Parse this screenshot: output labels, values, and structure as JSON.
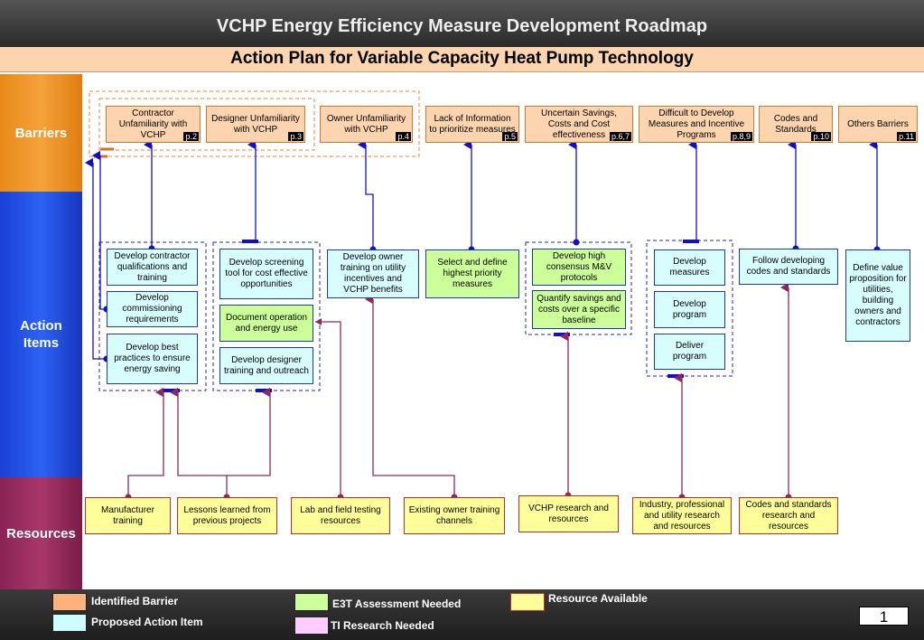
{
  "header": {
    "title": "VCHP Energy Efficiency Measure Development Roadmap",
    "subtitle": "Action Plan for Variable Capacity Heat Pump Technology"
  },
  "bands": {
    "barriers": "Barriers",
    "actions_line1": "Action",
    "actions_line2": "Items",
    "resources": "Resources"
  },
  "barriers": [
    {
      "text": "Contractor Unfamiliarity with VCHP",
      "page": "p.2"
    },
    {
      "text": "Designer Unfamiliarity with VCHP",
      "page": "p.3"
    },
    {
      "text": "Owner Unfamiliarity with VCHP",
      "page": "p.4"
    },
    {
      "text": "Lack of Information to prioritize measures",
      "page": "p.5"
    },
    {
      "text": "Uncertain Savings, Costs and Cost effectiveness",
      "page": "p.6,7"
    },
    {
      "text": "Difficult to Develop Measures and Incentive Programs",
      "page": "p.8,9"
    },
    {
      "text": "Codes and Standards",
      "page": "p.10"
    },
    {
      "text": "Others Barriers",
      "page": "p.11"
    }
  ],
  "actions": [
    "Develop contractor qualifications and training",
    "Develop commissioning requirements",
    "Develop best practices to ensure energy saving",
    "Develop screening tool for cost effective opportunities",
    "Document operation and energy use",
    "Develop designer training and outreach",
    "Develop owner training on utility incentives and VCHP benefits",
    "Select and define highest priority measures",
    "Develop high consensus M&V protocols",
    "Quantify savings and costs over a specific baseline",
    "Develop measures",
    "Develop program",
    "Deliver program",
    "Follow developing codes and standards",
    "Define value proposition for utilities, building owners and contractors"
  ],
  "resources": [
    "Manufacturer training",
    "Lessons learned from previous projects",
    "Lab and field testing resources",
    "Existing owner training channels",
    "VCHP research and resources",
    "Industry, professional and utility research and resources",
    "Codes and standards research and resources"
  ],
  "legend": {
    "identified_barrier": "Identified Barrier",
    "proposed_action": "Proposed Action Item",
    "e3t_needed": "E3T Assessment Needed",
    "ti_research": "TI Research Needed",
    "resource_available": "Resource Available"
  },
  "colors": {
    "barrier": "#fcd5b0",
    "action": "#d8fdff",
    "e3t": "#ccff99",
    "ti_research": "#ffccff",
    "resource": "#ffff99",
    "link_blue": "#1010cc",
    "link_purple": "#8b2a5a"
  },
  "page_number": "1"
}
